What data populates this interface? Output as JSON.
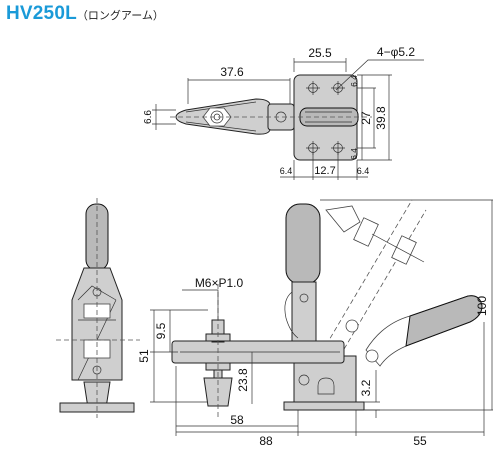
{
  "title": {
    "model": "HV250L",
    "note": "（ロングアーム）"
  },
  "dimensions": {
    "top_view": {
      "hole_spec": "4−φ5.2",
      "arm_length": "37.6",
      "base_width": "25.5",
      "handle_height": "6.6",
      "base_depth": "39.8",
      "hole_pitch_v": "27",
      "edge_top": "6.4",
      "edge_bottom": "6.4",
      "edge_left": "6.4",
      "hole_pitch_h": "12.7",
      "edge_right": "6.4"
    },
    "side_view": {
      "thread": "M6×P1.0",
      "spindle_height": "51",
      "arm_height": "9.5",
      "pivot_height": "23.8",
      "base_thickness": "3.2",
      "spindle_reach": "58",
      "overall_length": "88",
      "handle_travel": "55",
      "overall_height": "100"
    }
  }
}
